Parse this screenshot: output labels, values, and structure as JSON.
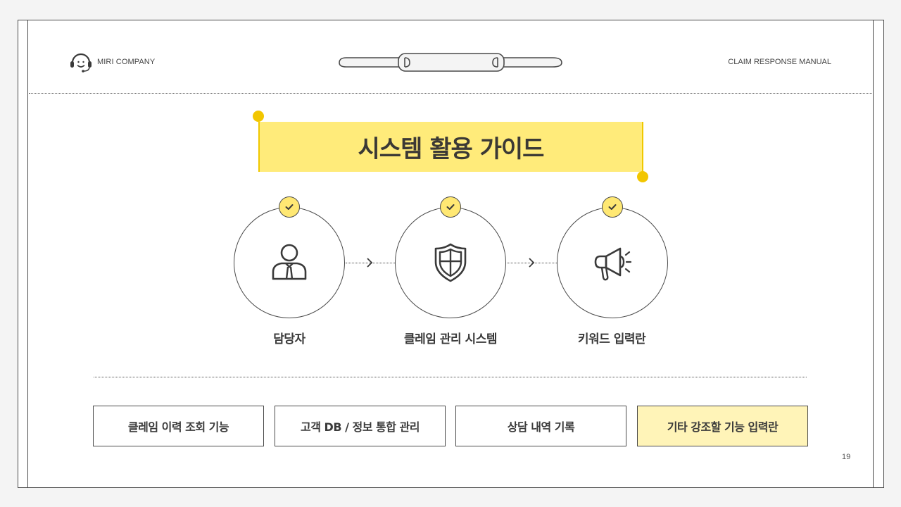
{
  "header": {
    "company_name": "MIRI COMPANY",
    "manual_title": "CLAIM RESPONSE MANUAL",
    "logo_icon": "headset-smile-icon",
    "binder_icon": "binder-clip-icon"
  },
  "title": {
    "text": "시스템 활용 가이드"
  },
  "steps": [
    {
      "label": "담당자",
      "icon": "person-tie-icon",
      "badge_icon": "check-icon"
    },
    {
      "label": "클레임 관리 시스템",
      "icon": "shield-icon",
      "badge_icon": "check-icon"
    },
    {
      "label": "키워드 입력란",
      "icon": "megaphone-icon",
      "badge_icon": "check-icon"
    }
  ],
  "features": [
    {
      "label": "클레임 이력 조회 기능",
      "highlight": false
    },
    {
      "label": "고객 DB / 정보 통합 관리",
      "highlight": false
    },
    {
      "label": "상담 내역 기록",
      "highlight": false
    },
    {
      "label": "기타 강조할 기능 입력란",
      "highlight": true
    }
  ],
  "page": {
    "number": "19"
  },
  "colors": {
    "accent_yellow": "#ffeb7a",
    "accent_dot": "#f2c600",
    "badge_yellow": "#ffe873",
    "highlight_box": "#fff4b8",
    "line": "#4a4a4a",
    "background": "#f4f4f4"
  }
}
